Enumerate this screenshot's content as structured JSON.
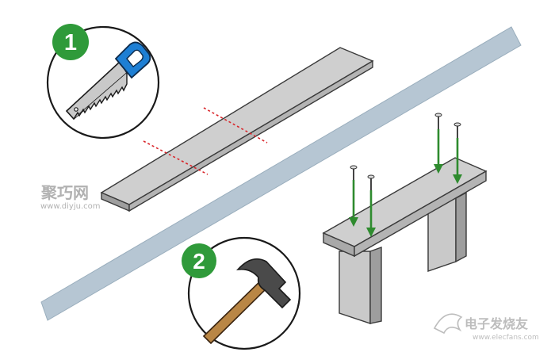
{
  "steps": [
    {
      "number": "1",
      "tool": "saw-icon"
    },
    {
      "number": "2",
      "tool": "hammer-icon"
    }
  ],
  "watermark_left": {
    "title": "聚巧网",
    "url": "www.diyju.com"
  },
  "watermark_right": {
    "title": "电子发烧友",
    "url": "www.elecfans.com"
  },
  "colors": {
    "step_badge": "#2f9a3a",
    "wood_top": "#cfcfcf",
    "wood_side": "#a9a9a9",
    "cut_line": "#d9262b",
    "nail_arrow": "#2e8b2e",
    "diagonal_band": "#b6c6d3",
    "saw_handle": "#1e7fd4"
  }
}
